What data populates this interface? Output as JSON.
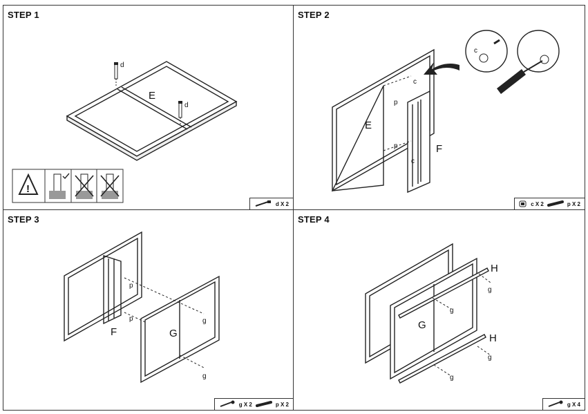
{
  "steps": [
    {
      "title": "STEP 1",
      "labels": {
        "panel": "E",
        "screw_top": "d",
        "screw_right": "d"
      },
      "parts": [
        {
          "icon": "screw-d-icon",
          "qty": "d X 2"
        }
      ]
    },
    {
      "title": "STEP 2",
      "labels": {
        "panel_e": "E",
        "panel_f": "F",
        "p_top": "p",
        "p_bottom": "p",
        "c_top": "c",
        "c_bottom": "c",
        "c_inset": "c"
      },
      "parts": [
        {
          "icon": "cam-c-icon",
          "qty": "c X 2"
        },
        {
          "icon": "pin-p-icon",
          "qty": "p X 2"
        }
      ]
    },
    {
      "title": "STEP 3",
      "labels": {
        "panel_f": "F",
        "panel_g": "G",
        "p_top": "p",
        "p_bottom": "p",
        "g_top": "g",
        "g_bottom": "g"
      },
      "parts": [
        {
          "icon": "screw-g-icon",
          "qty": "g X 2"
        },
        {
          "icon": "pin-p-icon",
          "qty": "p X 2"
        }
      ]
    },
    {
      "title": "STEP 4",
      "labels": {
        "panel_g": "G",
        "h_top": "H",
        "h_bottom": "H",
        "g1": "g",
        "g2": "g",
        "g3": "g",
        "g4": "g"
      },
      "parts": [
        {
          "icon": "screw-g-icon",
          "qty": "g X 4"
        }
      ]
    }
  ]
}
